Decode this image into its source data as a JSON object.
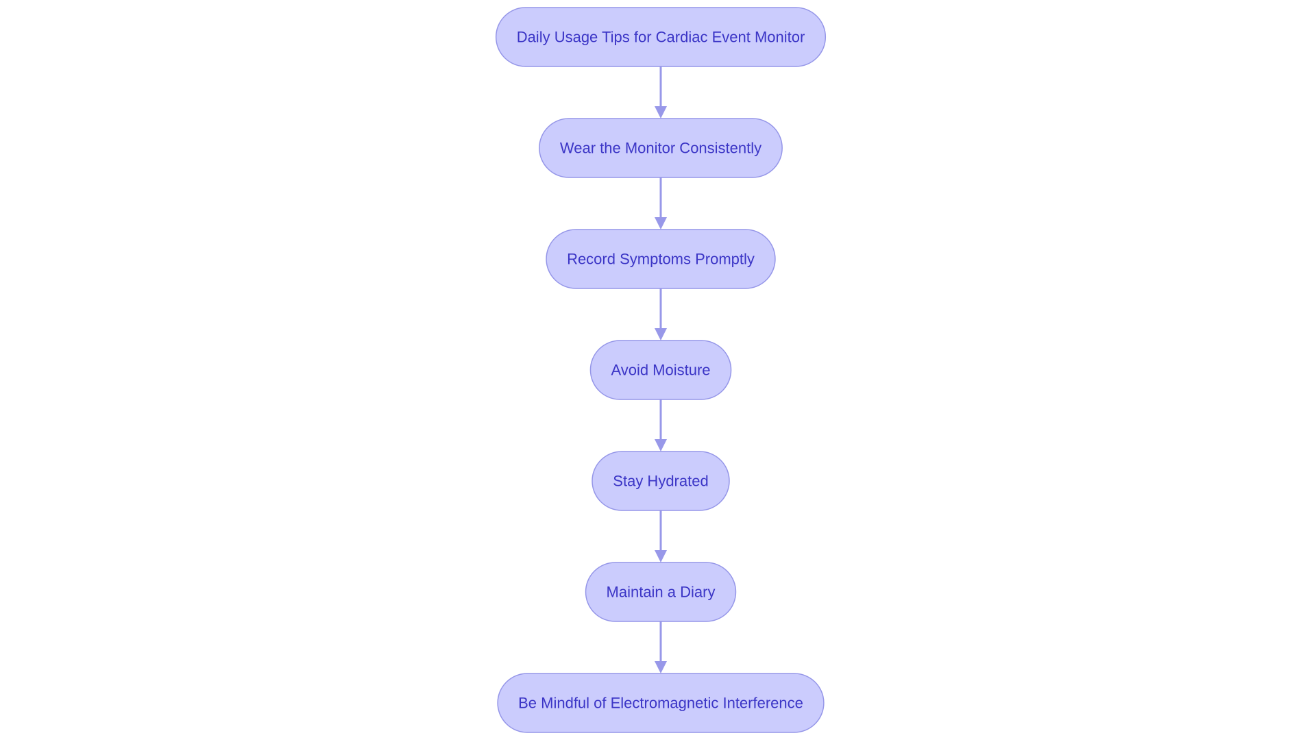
{
  "diagram": {
    "type": "flowchart",
    "direction": "top-to-bottom",
    "colors": {
      "background": "#ffffff",
      "node_fill": "#cbccfd",
      "node_border": "#9596e8",
      "node_text": "#3b35c6",
      "edge": "#9898e9"
    },
    "nodes": [
      {
        "id": "n1",
        "label": "Daily Usage Tips for Cardiac Event Monitor"
      },
      {
        "id": "n2",
        "label": "Wear the Monitor Consistently"
      },
      {
        "id": "n3",
        "label": "Record Symptoms Promptly"
      },
      {
        "id": "n4",
        "label": "Avoid Moisture"
      },
      {
        "id": "n5",
        "label": "Stay Hydrated"
      },
      {
        "id": "n6",
        "label": "Maintain a Diary"
      },
      {
        "id": "n7",
        "label": "Be Mindful of Electromagnetic Interference"
      }
    ],
    "edges": [
      {
        "from": "n1",
        "to": "n2"
      },
      {
        "from": "n2",
        "to": "n3"
      },
      {
        "from": "n3",
        "to": "n4"
      },
      {
        "from": "n4",
        "to": "n5"
      },
      {
        "from": "n5",
        "to": "n6"
      },
      {
        "from": "n6",
        "to": "n7"
      }
    ]
  }
}
